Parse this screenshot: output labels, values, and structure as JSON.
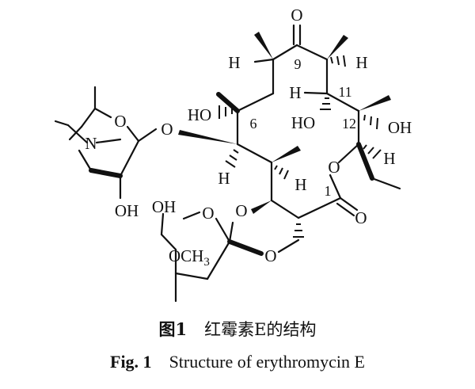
{
  "caption": {
    "cn_tag": "图1",
    "cn_text": "红霉素E的结构",
    "en_tag": "Fig. 1",
    "en_text": "Structure of erythromycin E"
  },
  "molecule": {
    "atoms": {
      "ketone_o": "O",
      "h_c8": "H",
      "h_c10": "H",
      "h_c11": "H",
      "ho_c6": "HO",
      "ho_c11": "HO",
      "oh_c12": "OH",
      "h_c13": "H",
      "ring_o_lactone": "O",
      "carbonyl_o": "O",
      "h_c5": "H",
      "h_c4": "H",
      "o_glycosidic_desosamine": "O",
      "o_desosamine_ring": "O",
      "n_desosamine": "N",
      "oh_desosamine": "OH",
      "oh_cladinose": "OH",
      "o_cladinose_ring": "O",
      "o_bridge_upper": "O",
      "o_bridge_lower": "O",
      "och3": "OCH",
      "och3_sub": "3"
    },
    "locants": {
      "c9": "9",
      "c11": "11",
      "c6": "6",
      "c12": "12",
      "c1": "1"
    }
  }
}
